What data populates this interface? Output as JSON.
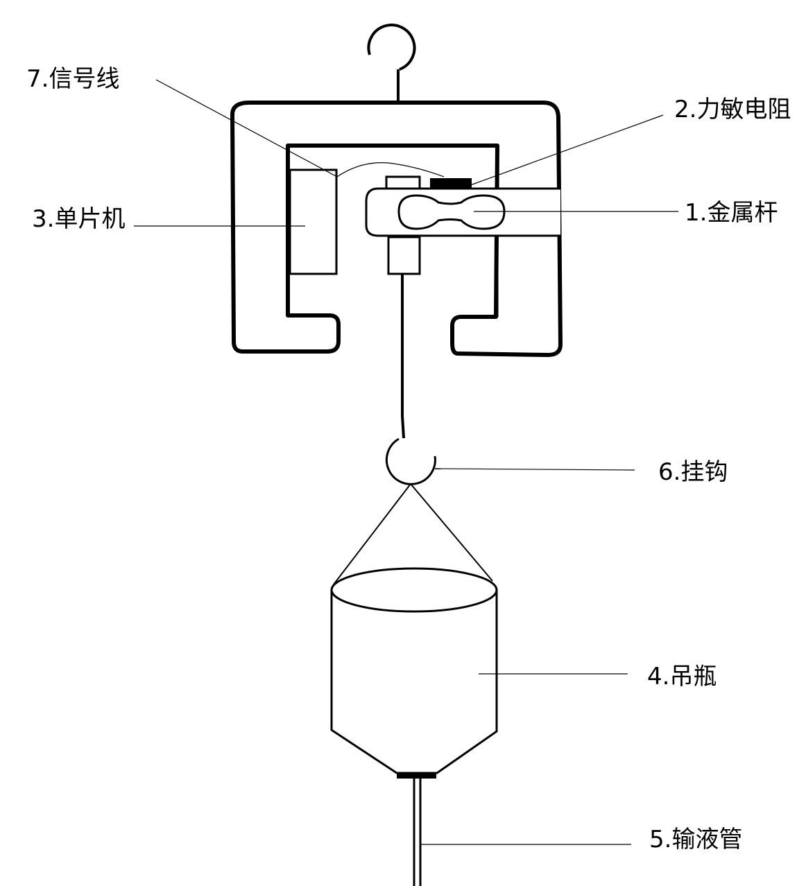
{
  "labels": {
    "metal_rod": "1.金属杆",
    "force_resistor": "2.力敏电阻",
    "mcu": "3.单片机",
    "bottle": "4.吊瓶",
    "infusion_tube": "5.输液管",
    "hook": "6.挂钩",
    "signal_wire": "7.信号线"
  },
  "colors": {
    "stroke": "#000000",
    "background": "#ffffff"
  }
}
